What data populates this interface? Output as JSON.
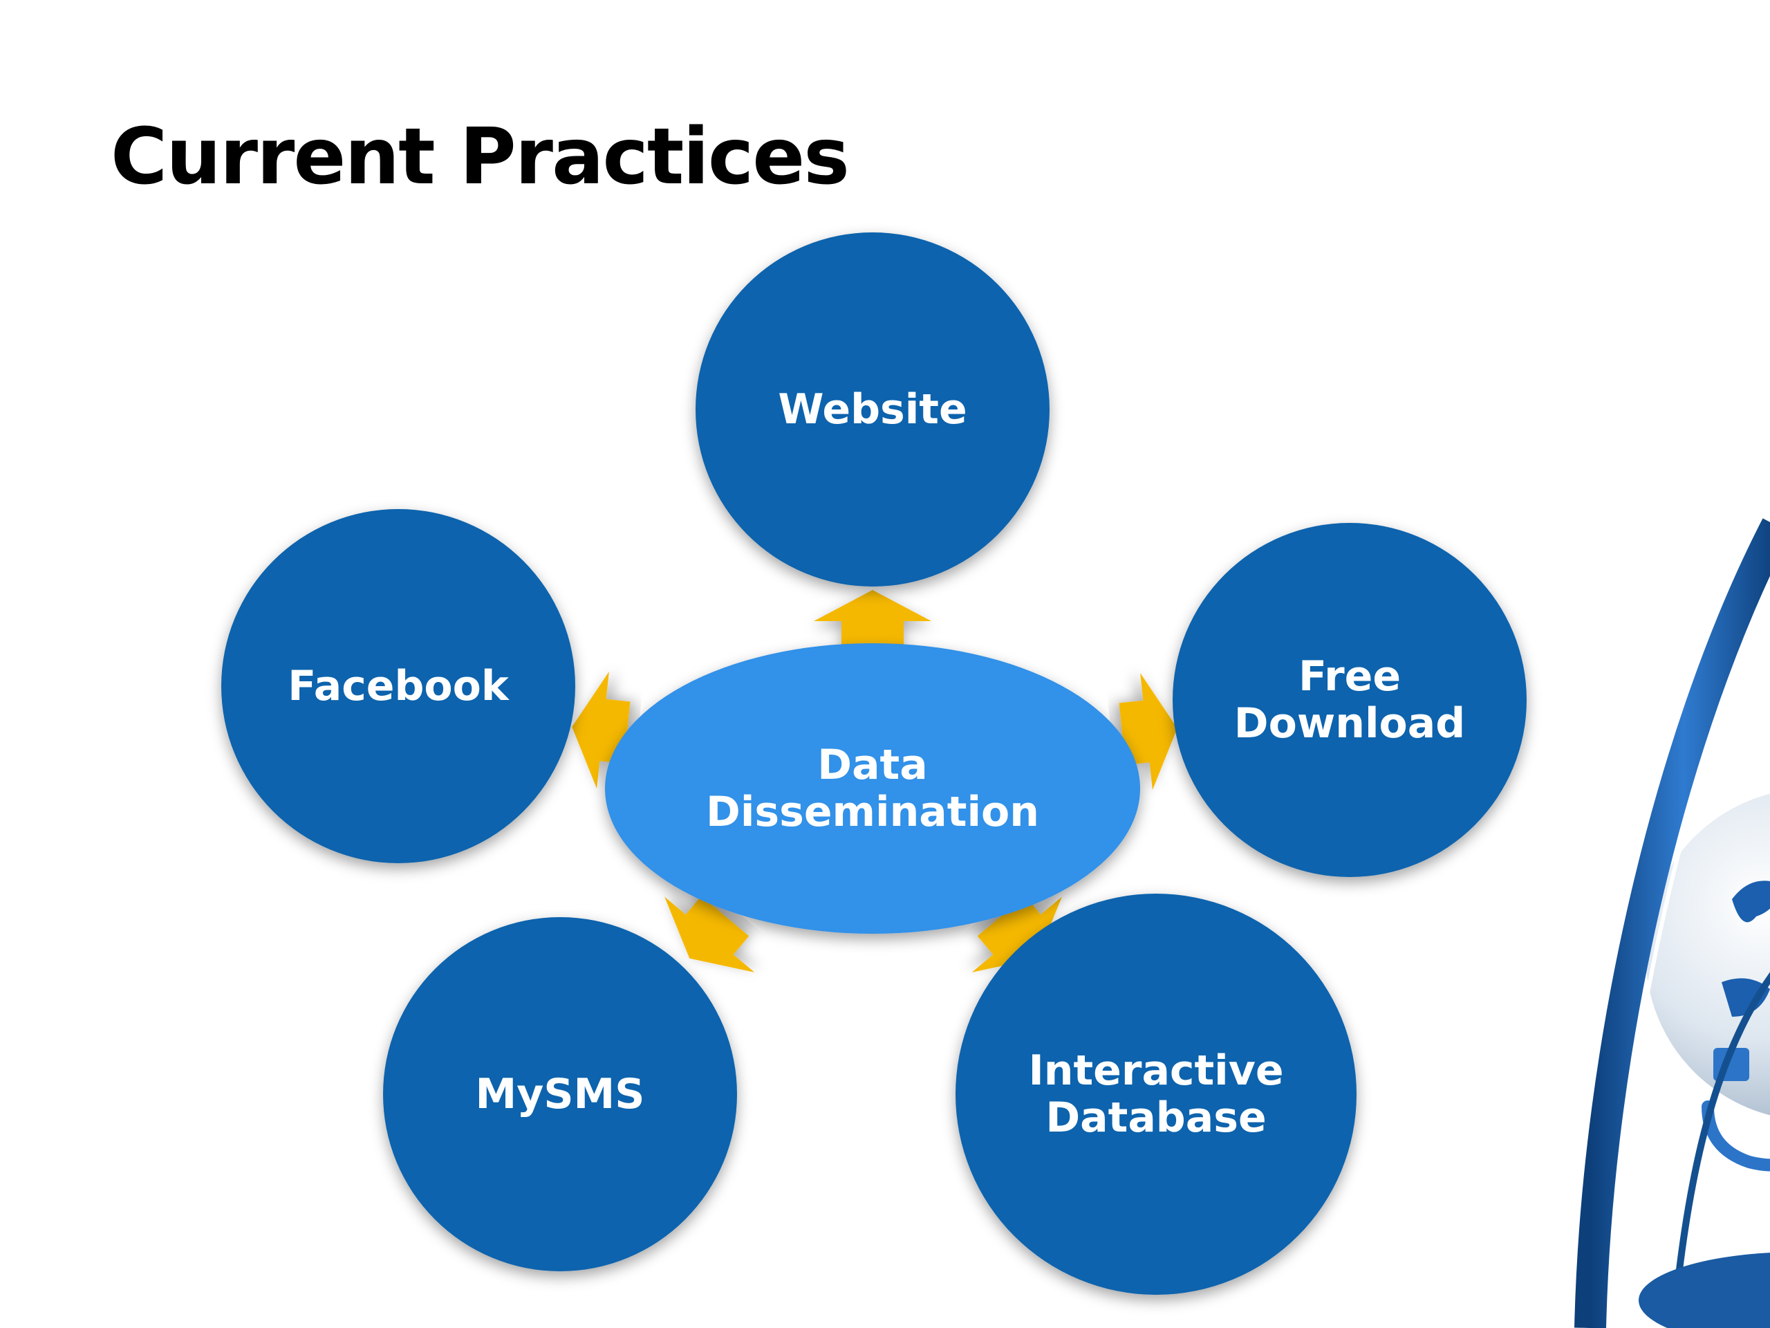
{
  "slide": {
    "title": "Current Practices"
  },
  "diagram": {
    "center": {
      "lines": [
        "Data",
        "Dissemination"
      ]
    },
    "nodes": [
      {
        "id": "website",
        "lines": [
          "Website"
        ]
      },
      {
        "id": "facebook",
        "lines": [
          "Facebook"
        ]
      },
      {
        "id": "free-download",
        "lines": [
          "Free",
          "Download"
        ]
      },
      {
        "id": "mysms",
        "lines": [
          "MySMS"
        ]
      },
      {
        "id": "interactive-database",
        "lines": [
          "Interactive",
          "Database"
        ]
      }
    ]
  },
  "colors": {
    "outer_node_fill": "#1163ad",
    "center_fill": "#3391e8",
    "arrow_fill": "#f5b800",
    "label_text": "#ffffff",
    "title_text": "#000000",
    "decor_ring": "#1a5ba3",
    "decor_globe": "#dfe8f2"
  },
  "decor": {
    "corner_graphic": "globe-with-network-cable"
  }
}
